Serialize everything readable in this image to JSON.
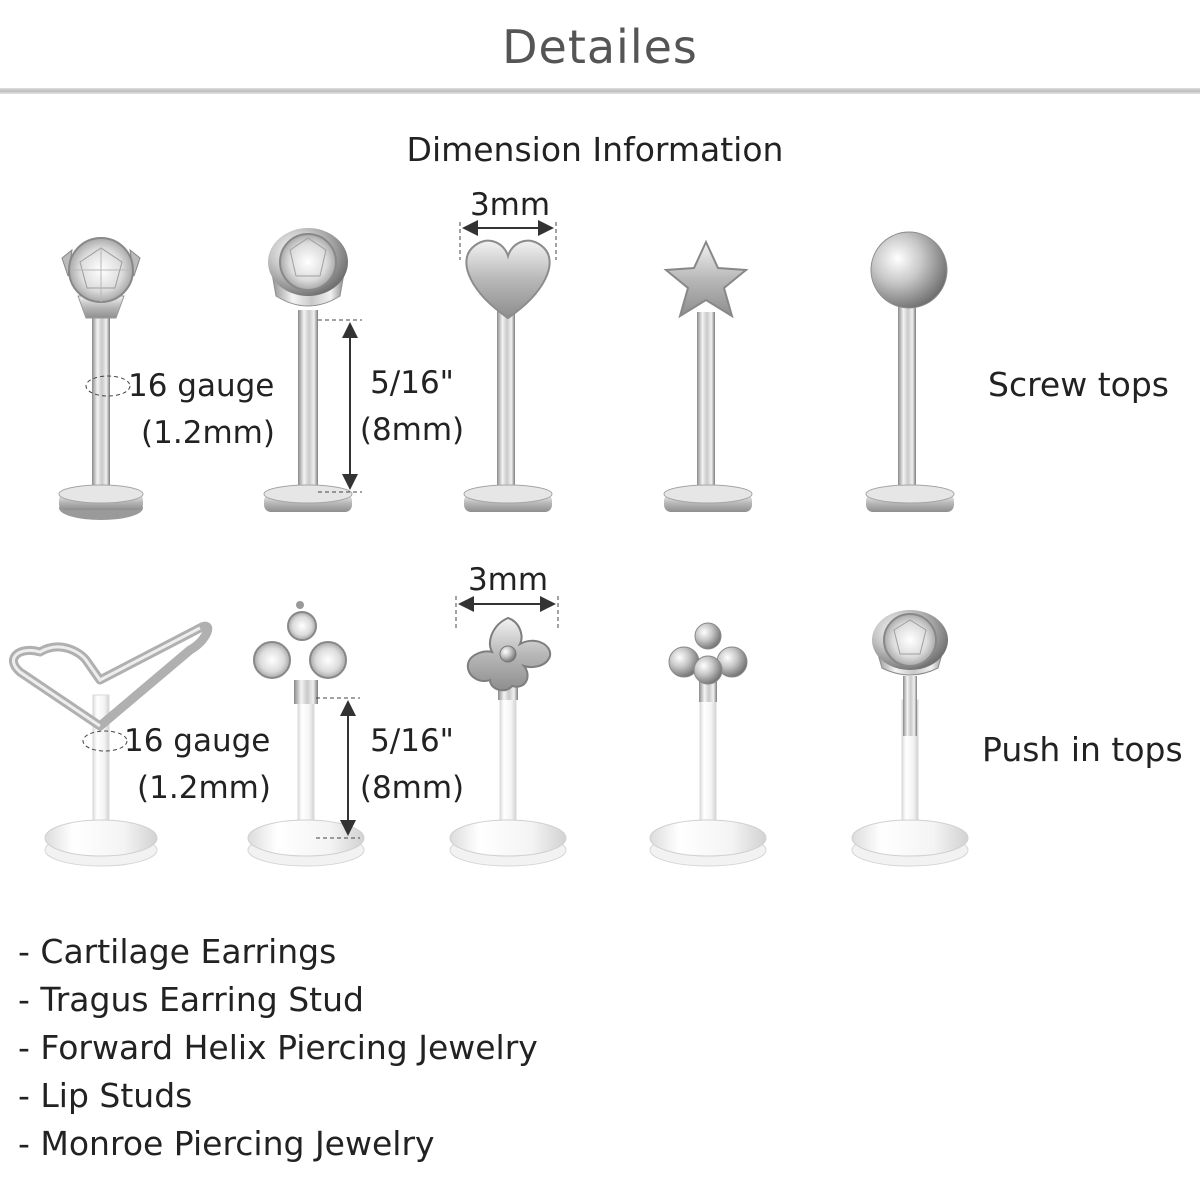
{
  "title": "Detailes",
  "subtitle": "Dimension Information",
  "screw_row": {
    "label": "Screw tops",
    "top_width": "3mm",
    "gauge_line1": "16 gauge",
    "gauge_line2": "(1.2mm)",
    "length_line1": "5/16\"",
    "length_line2": "(8mm)",
    "items": [
      {
        "top": "crystal-prong",
        "material": "steel"
      },
      {
        "top": "crystal-bezel",
        "material": "steel"
      },
      {
        "top": "heart",
        "material": "steel"
      },
      {
        "top": "star",
        "material": "steel"
      },
      {
        "top": "ball",
        "material": "steel"
      }
    ]
  },
  "push_row": {
    "label": "Push in tops",
    "top_width": "3mm",
    "gauge_line1": "16 gauge",
    "gauge_line2": "(1.2mm)",
    "length_line1": "5/16\"",
    "length_line2": "(8mm)",
    "items": [
      {
        "top": "heart-hoop",
        "material": "bioflex"
      },
      {
        "top": "trinity-crystal",
        "material": "bioflex"
      },
      {
        "top": "flower",
        "material": "bioflex"
      },
      {
        "top": "trinity-ball",
        "material": "bioflex"
      },
      {
        "top": "crystal-bezel",
        "material": "bioflex"
      }
    ]
  },
  "features": [
    "- Cartilage Earrings",
    "- Tragus Earring Stud",
    "- Forward Helix Piercing Jewelry",
    "- Lip Studs",
    "- Monroe Piercing Jewelry"
  ]
}
